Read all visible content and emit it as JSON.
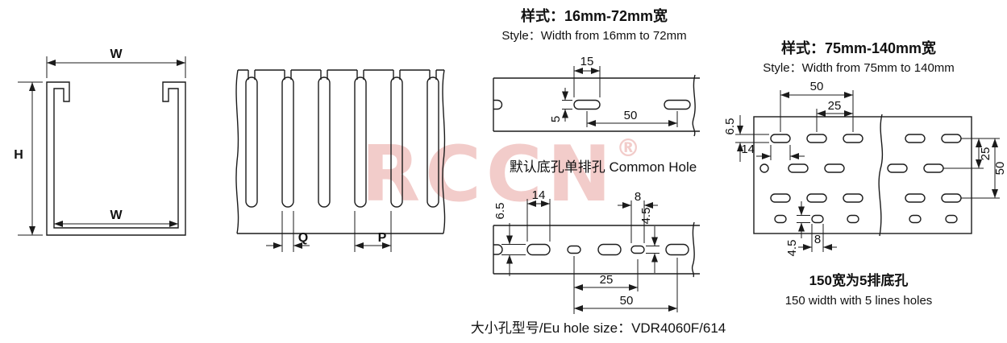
{
  "watermark": {
    "text": "RCCN",
    "registered": "®"
  },
  "cross_section": {
    "dim_width_top": "W",
    "dim_height": "H",
    "dim_width_bottom": "W"
  },
  "finger_view": {
    "dim_slot_width": "Q",
    "dim_pitch": "P"
  },
  "common_hole_panel": {
    "title_cn": "样式：16mm-72mm宽",
    "title_en": "Style：Width from 16mm to 72mm",
    "dim_hole_length": "15",
    "dim_hole_height": "5",
    "dim_hole_pitch": "50",
    "caption": "默认底孔单排孔 Common Hole"
  },
  "eu_hole_panel": {
    "dim_big_hole_height": "6.5",
    "dim_big_hole_length": "14",
    "dim_small_hole_length": "8",
    "dim_small_hole_height": "4.5",
    "dim_hole_spacing": "25",
    "dim_hole_pitch": "50",
    "caption": "大小孔型号/Eu hole size：VDR4060F/614"
  },
  "wide_panel": {
    "title_cn": "样式：75mm-140mm宽",
    "title_en": "Style：Width from 75mm to 140mm",
    "dim_col_pitch": "50",
    "dim_col_spacing": "25",
    "dim_hole_height": "6.5",
    "dim_hole_length": "14",
    "dim_row_spacing": "25",
    "dim_row_pitch": "50",
    "dim_small_hole_height": "4.5",
    "dim_small_hole_length": "8",
    "caption_cn": "150宽为5排底孔",
    "caption_en": "150 width with 5 lines holes"
  }
}
